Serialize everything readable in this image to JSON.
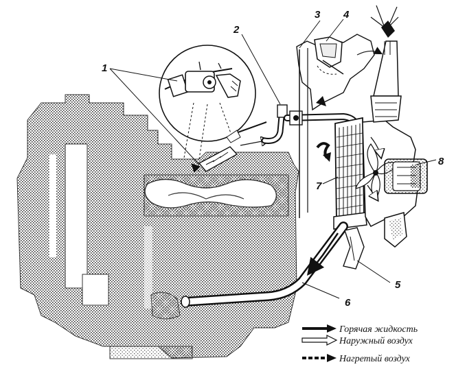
{
  "diagram": {
    "callouts": [
      {
        "id": "1",
        "label": "1"
      },
      {
        "id": "2",
        "label": "2"
      },
      {
        "id": "3",
        "label": "3"
      },
      {
        "id": "4",
        "label": "4"
      },
      {
        "id": "5",
        "label": "5"
      },
      {
        "id": "6",
        "label": "6"
      },
      {
        "id": "7",
        "label": "7"
      },
      {
        "id": "8",
        "label": "8"
      }
    ],
    "legend": [
      {
        "style": "solid-arrow",
        "label": "Горячая жидкость"
      },
      {
        "style": "hollow-arrow",
        "label": "Наружный воздух"
      },
      {
        "style": "dashed-arrow",
        "label": "Нагретый воздух"
      }
    ],
    "colors": {
      "ink": "#111111",
      "engine_stipple": "#333333",
      "background": "#ffffff"
    }
  }
}
